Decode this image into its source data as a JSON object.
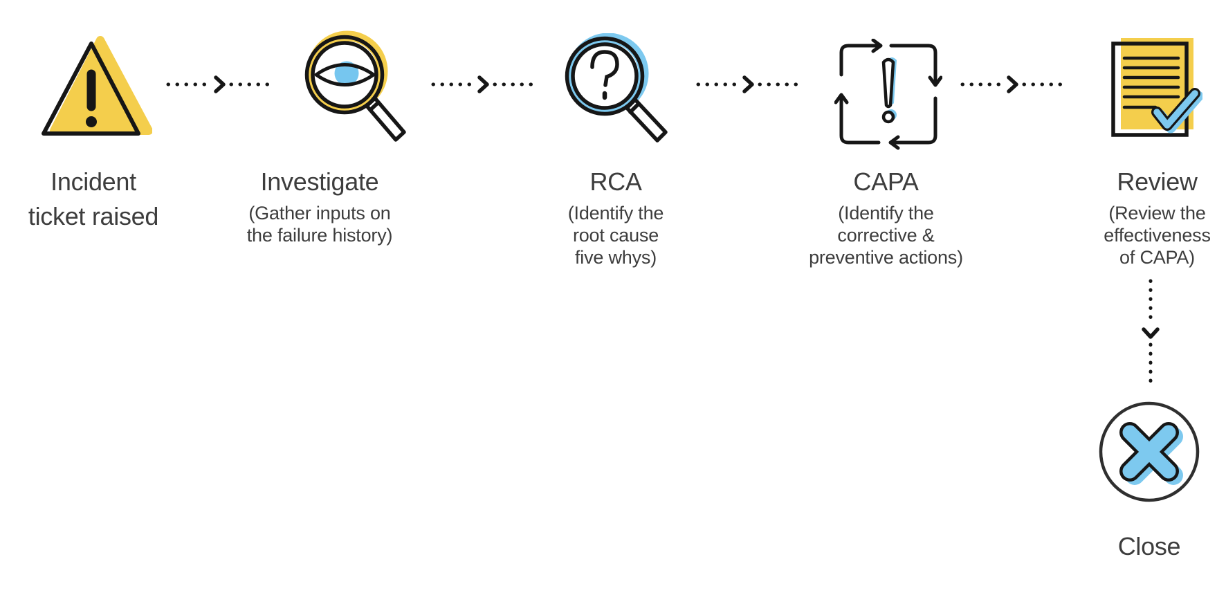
{
  "flow": {
    "colors": {
      "accent_yellow": "#F4CE4C",
      "accent_blue": "#7DC9EF",
      "ink": "#161616",
      "text": "#3D3D3D",
      "background": "#FFFFFF"
    },
    "steps": [
      {
        "icon": "warning-triangle",
        "label_lines": [
          "Incident",
          "ticket raised"
        ],
        "sublabel_lines": []
      },
      {
        "icon": "magnifying-glass-eye",
        "label_lines": [
          "Investigate"
        ],
        "sublabel_lines": [
          "(Gather inputs on",
          "the failure history)"
        ]
      },
      {
        "icon": "magnifying-glass-question",
        "label_lines": [
          "RCA"
        ],
        "sublabel_lines": [
          "(Identify the",
          "root cause",
          "five whys)"
        ]
      },
      {
        "icon": "cycle-arrows-exclamation",
        "label_lines": [
          "CAPA"
        ],
        "sublabel_lines": [
          "(Identify the",
          "corrective &",
          "preventive actions)"
        ]
      },
      {
        "icon": "document-checkmark",
        "label_lines": [
          "Review"
        ],
        "sublabel_lines": [
          "(Review the",
          "effectiveness",
          "of CAPA)"
        ]
      },
      {
        "icon": "circle-cross",
        "label_lines": [
          "Close"
        ],
        "sublabel_lines": []
      }
    ],
    "connectors": [
      {
        "from": "Incident ticket raised",
        "to": "Investigate",
        "style": "dotted-arrow",
        "direction": "right"
      },
      {
        "from": "Investigate",
        "to": "RCA",
        "style": "dotted-arrow",
        "direction": "right"
      },
      {
        "from": "RCA",
        "to": "CAPA",
        "style": "dotted-arrow",
        "direction": "right"
      },
      {
        "from": "CAPA",
        "to": "Review",
        "style": "dotted-arrow",
        "direction": "right"
      },
      {
        "from": "Review",
        "to": "Close",
        "style": "dotted-arrow",
        "direction": "down"
      }
    ]
  }
}
